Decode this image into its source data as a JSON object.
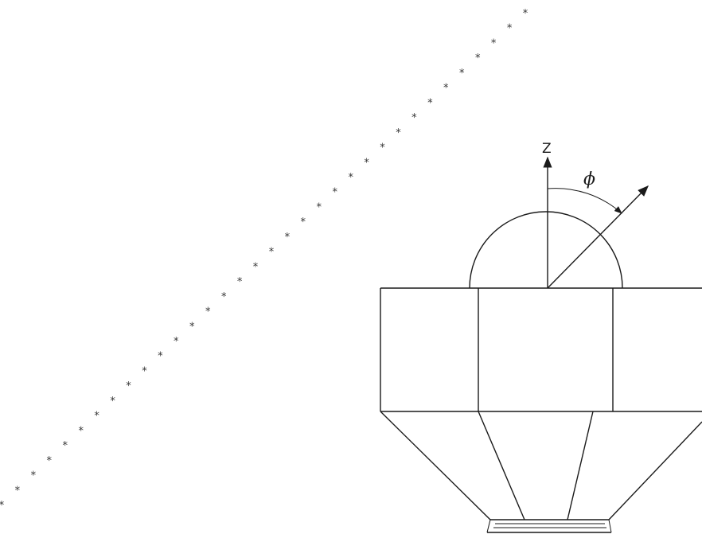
{
  "labels": {
    "z_axis": "Z",
    "angle": "ϕ"
  },
  "marker_glyph": "*",
  "marker_count": 34,
  "colors": {
    "ink": "#1a1a1a",
    "markers": "#333333",
    "background": "#ffffff"
  }
}
